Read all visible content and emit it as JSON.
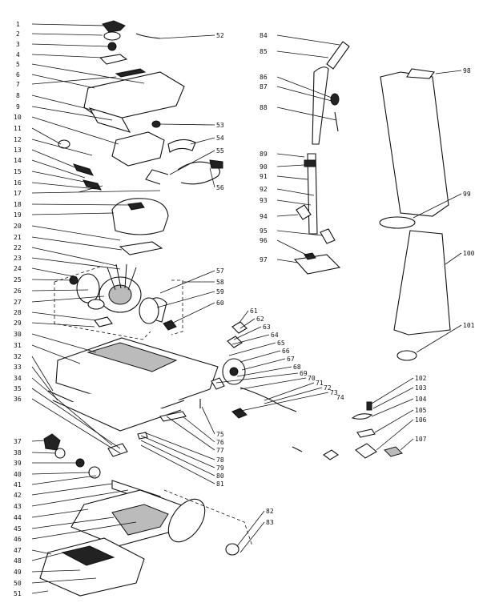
{
  "diagram": {
    "title": "",
    "labels": {
      "left_column": [
        "1",
        "2",
        "3",
        "4",
        "5",
        "6",
        "7",
        "8",
        "9",
        "10",
        "11",
        "12",
        "13",
        "14",
        "15",
        "16",
        "17",
        "18",
        "19",
        "20",
        "21",
        "22",
        "23",
        "24",
        "25",
        "26",
        "27",
        "28",
        "29",
        "30",
        "31",
        "32",
        "33",
        "34",
        "35",
        "36",
        "37",
        "38",
        "39",
        "40",
        "41",
        "42",
        "43",
        "44",
        "45",
        "46",
        "47",
        "48",
        "49",
        "50",
        "51"
      ],
      "center_right": [
        "52",
        "53",
        "54",
        "55",
        "56",
        "57",
        "58",
        "59",
        "60",
        "61",
        "62",
        "63",
        "64",
        "65",
        "66",
        "67",
        "68",
        "69",
        "70",
        "71",
        "72",
        "73",
        "74",
        "75",
        "76",
        "77",
        "78",
        "79",
        "80",
        "81",
        "82",
        "83"
      ],
      "handle": [
        "84",
        "85",
        "86",
        "87",
        "88",
        "89",
        "90",
        "91",
        "92",
        "93",
        "94",
        "95",
        "96",
        "97"
      ],
      "bag": [
        "98",
        "99",
        "100",
        "101"
      ],
      "small_parts": [
        "102",
        "103",
        "104",
        "105",
        "106",
        "107"
      ]
    }
  }
}
